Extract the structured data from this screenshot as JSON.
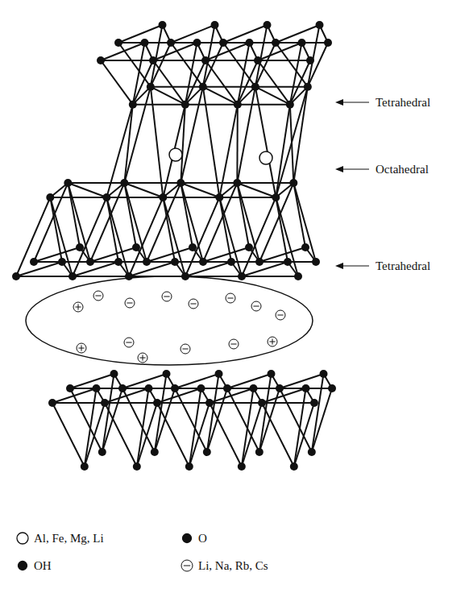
{
  "diagram": {
    "labels": [
      "Tetrahedral",
      "Octahedral",
      "Tetrahedral"
    ],
    "legend": [
      {
        "text": "Al, Fe, Mg, Li"
      },
      {
        "text": "O"
      },
      {
        "text": "OH"
      },
      {
        "text": "Li, Na, Rb, Cs"
      }
    ]
  }
}
